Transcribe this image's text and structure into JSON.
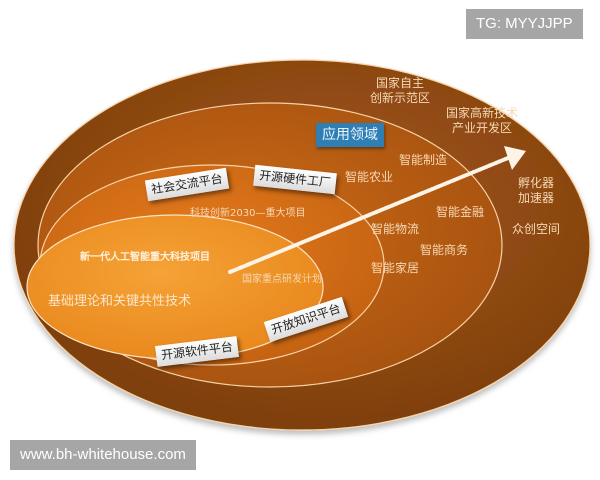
{
  "watermarks": {
    "top_right": "TG: MYYJJPP",
    "bottom_left": "www.bh-whitehouse.com"
  },
  "colors": {
    "outer_ring": "#8e4a12",
    "application_ring": "#b95c12",
    "project_ring": "#d86f16",
    "core": "#ee9326",
    "label_text": "#f6d9b5",
    "tag_blue": "#2f7fb5"
  },
  "outer_ring": {
    "labels": [
      "国家自主\n创新示范区",
      "国家高新技术\n产业开发区",
      "孵化器\n加速器",
      "众创空间"
    ]
  },
  "application_ring": {
    "title": "应用领域",
    "labels": [
      "智能制造",
      "智能农业",
      "智能金融",
      "智能物流",
      "智能商务",
      "智能家居"
    ]
  },
  "project_ring": {
    "label_2030": "科技创新2030—重大项目",
    "label_national": "国家重点研发计划"
  },
  "core": {
    "title": "新一代人工智能重大科技项目",
    "label": "基础理论和关键共性技术"
  },
  "platforms": [
    "社会交流平台",
    "开源硬件工厂",
    "开放知识平台",
    "开源软件平台"
  ],
  "arrow": {
    "semantic": "growth-arrow",
    "direction": "up-right"
  }
}
